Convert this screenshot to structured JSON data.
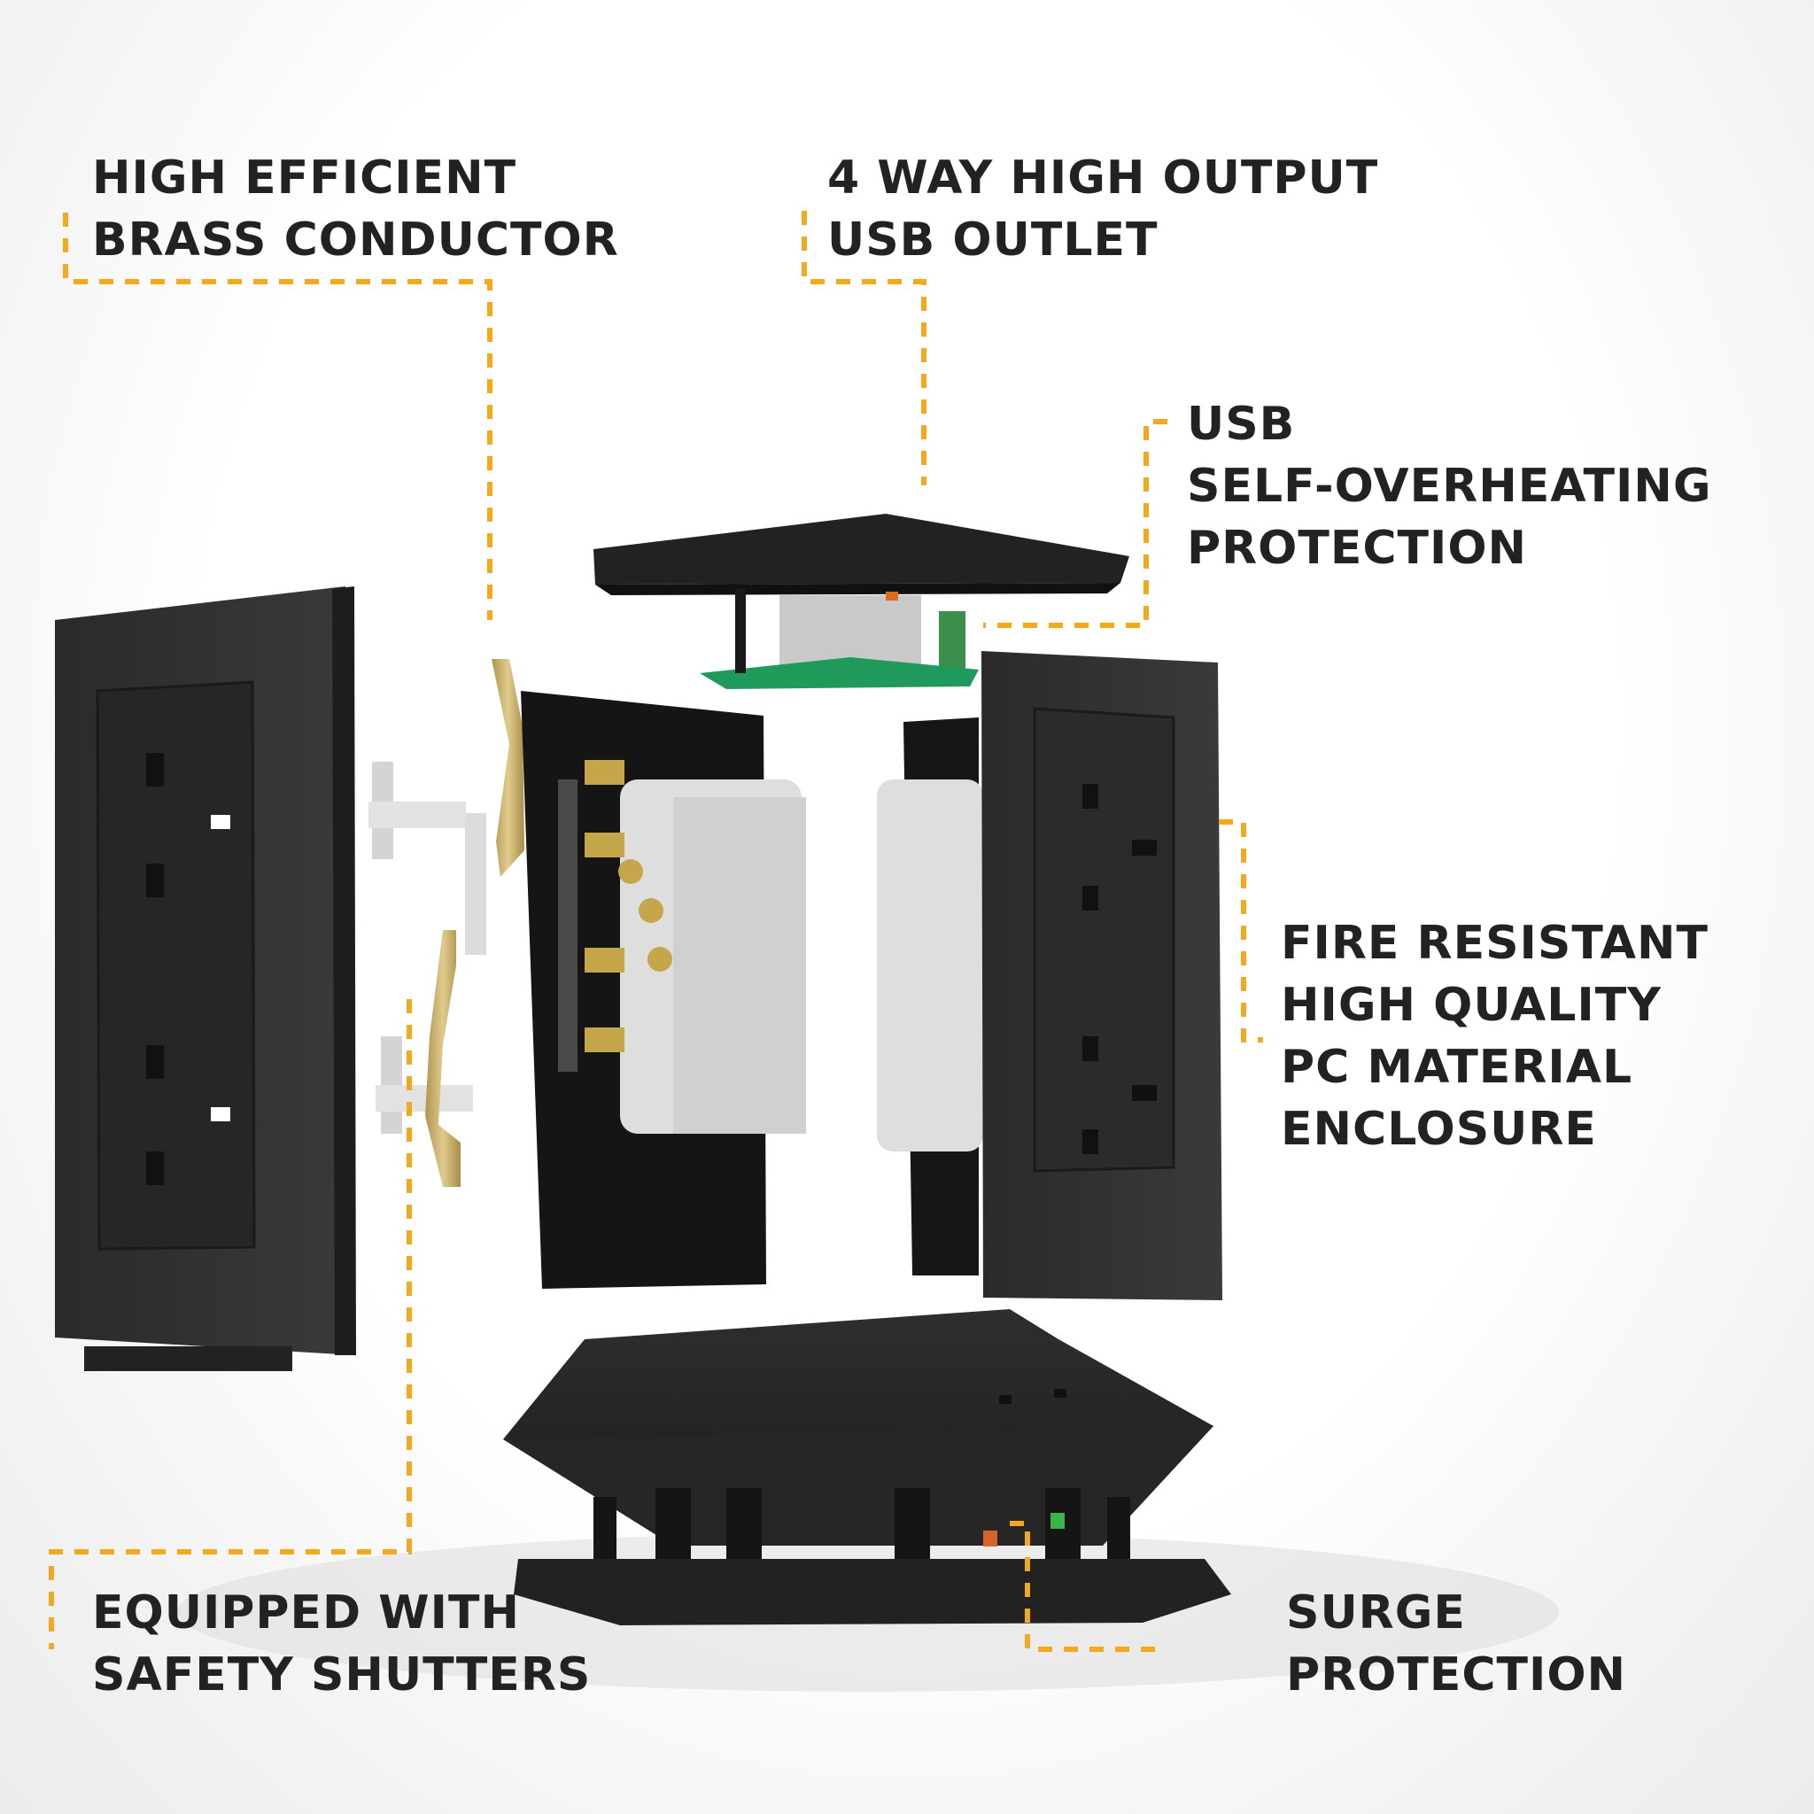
{
  "theme": {
    "accent": "#f2a91e",
    "text": "#222222",
    "product_body": "#2b2b2b",
    "brass": "#c9ae6a",
    "internal_frame": "#d9d9d9",
    "pcb": "#1f9a5a"
  },
  "callouts": [
    {
      "id": "brass-conductor",
      "lines": [
        "HIGH EFFICIENT",
        "BRASS CONDUCTOR"
      ]
    },
    {
      "id": "usb-outlet",
      "lines": [
        "4 WAY HIGH OUTPUT",
        "USB OUTLET"
      ]
    },
    {
      "id": "usb-overheating",
      "lines": [
        "USB",
        "SELF-OVERHEATING",
        "PROTECTION"
      ]
    },
    {
      "id": "fire-resistant",
      "lines": [
        "FIRE RESISTANT",
        "HIGH QUALITY",
        "PC MATERIAL",
        "ENCLOSURE"
      ]
    },
    {
      "id": "safety-shutters",
      "lines": [
        "EQUIPPED WITH",
        "SAFETY SHUTTERS"
      ]
    },
    {
      "id": "surge-protection",
      "lines": [
        "SURGE",
        "PROTECTION"
      ]
    }
  ],
  "product": {
    "name": "Exploded view of 4-way socket tower with USB outlet",
    "parts": [
      "top USB cap with PCB",
      "left socket faceplate",
      "right socket faceplate",
      "internal socket module",
      "brass conductors",
      "safety shutters",
      "trapezoid base",
      "surge protection board"
    ]
  }
}
